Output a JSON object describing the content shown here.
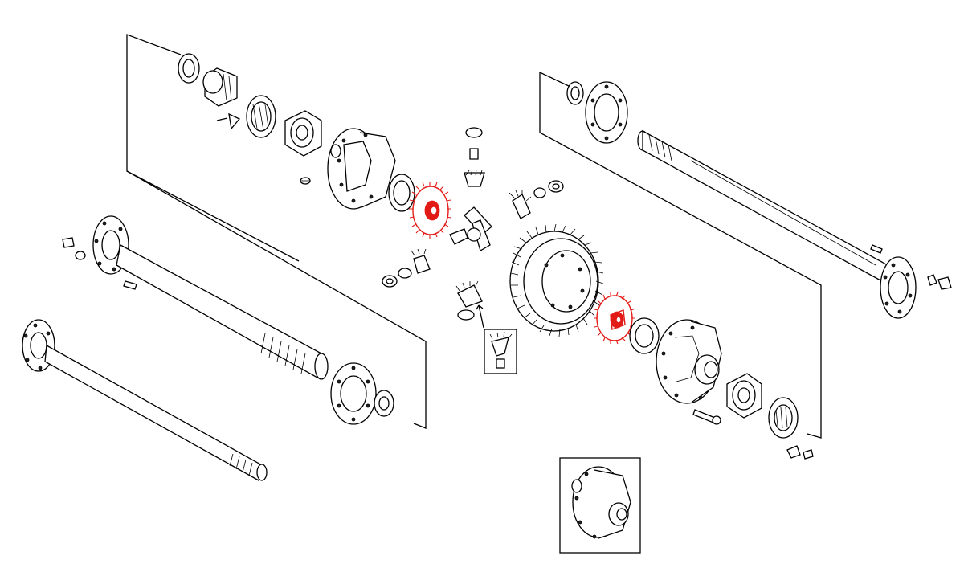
{
  "diagram": {
    "kind": "exploded-parts-drawing",
    "highlight_color": "#e31b17",
    "line_color": "#000000",
    "background": "#ffffff",
    "highlighted_parts": [
      "left-side-gear",
      "right-side-gear"
    ]
  }
}
